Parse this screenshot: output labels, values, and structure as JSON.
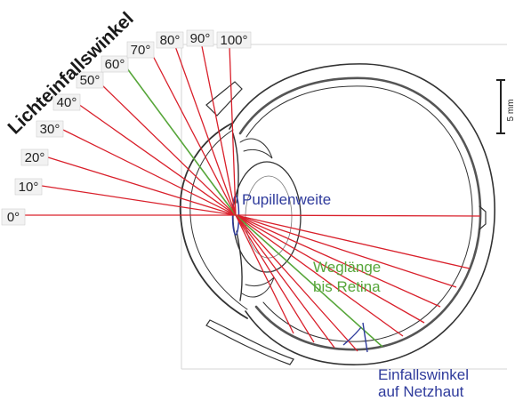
{
  "title": "Lichteinfallswinkel",
  "angle_labels": [
    "0°",
    "10°",
    "20°",
    "30°",
    "40°",
    "50°",
    "60°",
    "70°",
    "80°",
    "90°",
    "100°"
  ],
  "annotations": {
    "pupil": "Pupillenweite",
    "path_line1": "Weglänge",
    "path_line2": "bis Retina",
    "incidence_line1": "Einfallswinkel",
    "incidence_line2": "auf Netzhaut"
  },
  "scale_bar": {
    "label": "5 mm"
  },
  "colors": {
    "ray": "#d9202b",
    "highlight_ray": "#57a63a",
    "pupil_label": "#2f3b9c",
    "path_label": "#57a63a",
    "incidence_label": "#2f3b9c",
    "eye_outline": "#333333"
  },
  "highlighted_ray": "60°"
}
